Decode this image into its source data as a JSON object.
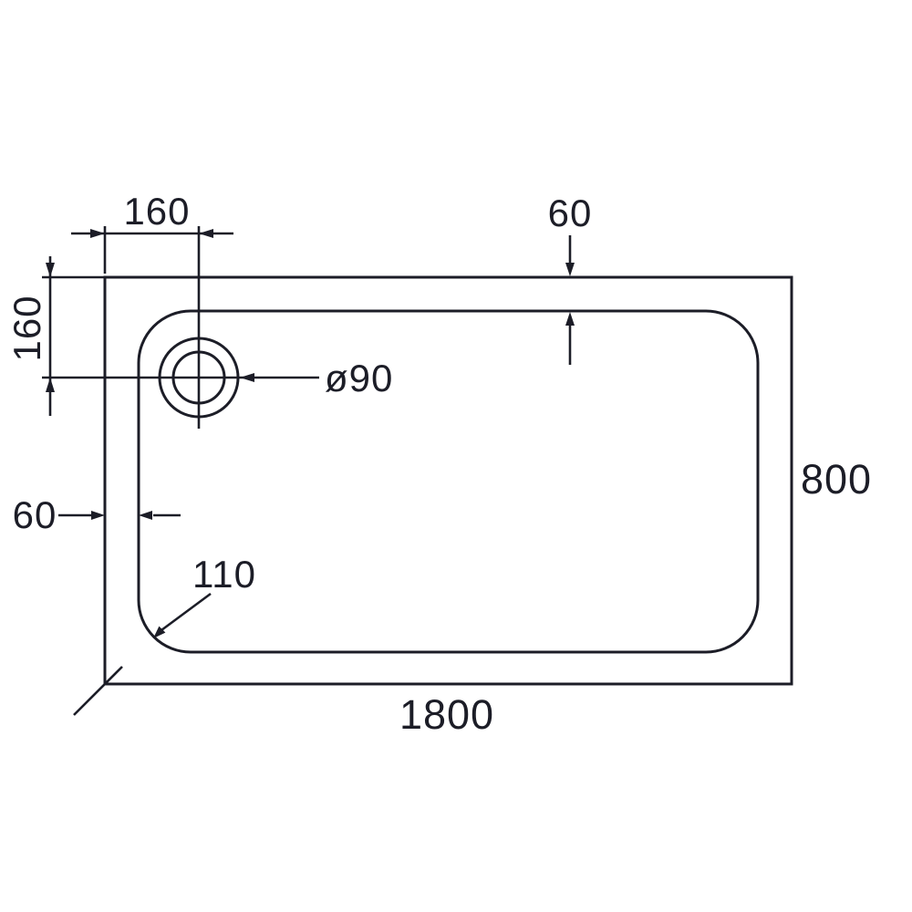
{
  "colors": {
    "ink": "#1c1d27",
    "background": "#ffffff"
  },
  "drawing": {
    "type": "technical-dimension-drawing",
    "view": "top view of rectangular tray with offset round drain",
    "dimensions": {
      "tray_width_label": "1800",
      "tray_depth_label": "800",
      "drain_offset_from_left_label": "160",
      "drain_offset_from_top_label": "160",
      "drain_diameter_label": "ø90",
      "rim_inset_top_label": "60",
      "rim_inset_left_label": "60",
      "corner_radius_label": "110"
    }
  }
}
